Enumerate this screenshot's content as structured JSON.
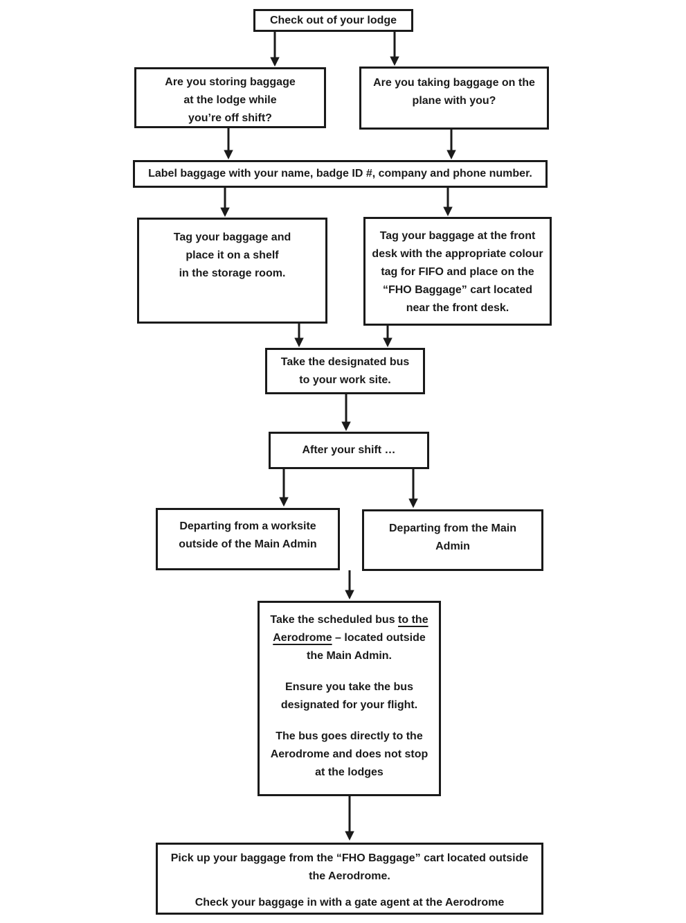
{
  "colors": {
    "background": "#ffffff",
    "border": "#1a1a1a",
    "text": "#1a1a1a"
  },
  "flowchart": {
    "checkout": {
      "lines": [
        "Check out of your lodge"
      ]
    },
    "storing_question": {
      "lines": [
        "Are you storing baggage",
        "at the lodge while",
        "you’re off shift?"
      ]
    },
    "taking_question": {
      "lines": [
        "Are you taking baggage on the",
        "plane with you?"
      ]
    },
    "label_baggage": {
      "lines": [
        "Label baggage with your name, badge ID #, company and phone number."
      ]
    },
    "tag_shelf": {
      "lines": [
        "Tag your baggage and",
        "place it on a shelf",
        "in the storage room."
      ]
    },
    "tag_front_desk": {
      "lines": [
        "Tag your baggage at the front",
        "desk with the appropriate colour",
        "tag for FIFO and place on the",
        "“FHO Baggage” cart located",
        "near the front desk."
      ]
    },
    "designated_bus": {
      "lines": [
        "Take the designated bus",
        "to your work site."
      ]
    },
    "after_shift": {
      "lines": [
        "After your shift …"
      ]
    },
    "departing_worksite": {
      "lines": [
        "Departing from a worksite",
        "outside of the Main Admin"
      ]
    },
    "departing_main_admin": {
      "lines": [
        "Departing from the Main",
        "Admin"
      ]
    },
    "scheduled_bus": {
      "p1": [
        [
          {
            "t": "Take the scheduled bus "
          },
          {
            "t": "to the",
            "u": true
          }
        ],
        [
          {
            "t": "Aerodrome",
            "u": true
          },
          {
            "t": " – located outside"
          }
        ],
        [
          {
            "t": "the Main Admin."
          }
        ]
      ],
      "p2": {
        "lines": [
          "Ensure you take the bus",
          "designated for your flight."
        ]
      },
      "p3": {
        "lines": [
          "The bus goes directly to the",
          "Aerodrome and does not stop",
          "at the lodges"
        ]
      }
    },
    "pickup": {
      "p1": {
        "lines": [
          "Pick up your baggage from the “FHO Baggage” cart located outside",
          "the Aerodrome."
        ]
      },
      "p2": {
        "lines": [
          "Check your baggage in with a gate agent at the Aerodrome"
        ]
      }
    }
  }
}
